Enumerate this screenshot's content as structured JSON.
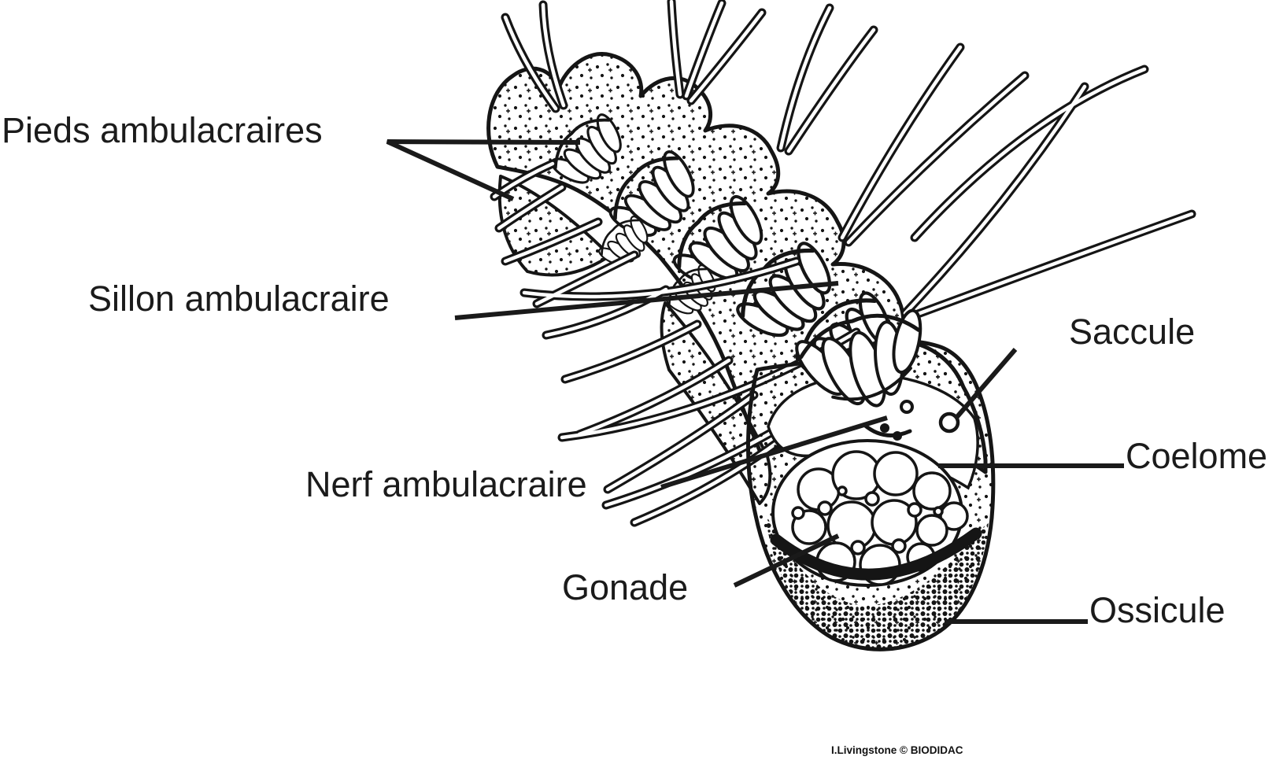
{
  "diagram": {
    "background_color": "#ffffff",
    "ink_color": "#1a1a1a",
    "labels": {
      "pieds": "Pieds ambulacraires",
      "sillon": "Sillon ambulacraire",
      "nerf": "Nerf ambulacraire",
      "gonade": "Gonade",
      "saccule": "Saccule",
      "coelome": "Coelome",
      "ossicule": "Ossicule"
    },
    "credit": "I.Livingstone © BIODIDAC"
  }
}
